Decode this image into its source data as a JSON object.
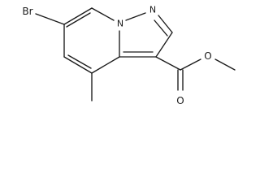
{
  "molecule": {
    "atoms": {
      "br": "Br",
      "n_ring": "N",
      "n_ring2": "N",
      "o_carbonyl": "O",
      "o_ester": "O"
    }
  },
  "colors": {
    "bond": "#1a1a1a",
    "label": "#1a1a1a",
    "background": "#ffffff"
  }
}
